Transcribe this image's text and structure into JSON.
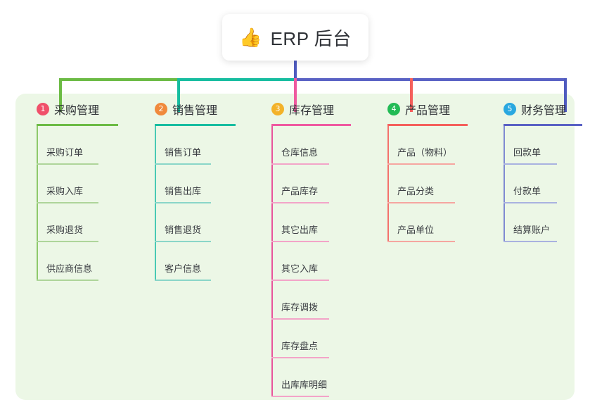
{
  "diagram": {
    "type": "org-tree",
    "root": {
      "icon": "thumbs-up-emoji",
      "emoji": "👍",
      "title": "ERP 后台"
    },
    "panel_color": "#ecf7e6",
    "columns": [
      {
        "number": "1",
        "title": "采购管理",
        "badge_color": "#f0506a",
        "rule_color": "#6cbb45",
        "item_rule_color": "#aed59a",
        "spine_color": "#8ec96b",
        "items": [
          "采购订单",
          "采购入库",
          "采购退货",
          "供应商信息"
        ]
      },
      {
        "number": "2",
        "title": "销售管理",
        "badge_color": "#f08a3c",
        "rule_color": "#17bda0",
        "item_rule_color": "#8ad6c8",
        "spine_color": "#49c9b4",
        "items": [
          "销售订单",
          "销售出库",
          "销售退货",
          "客户信息"
        ]
      },
      {
        "number": "3",
        "title": "库存管理",
        "badge_color": "#f3b229",
        "rule_color": "#ef5aa0",
        "item_rule_color": "#f3a4c8",
        "spine_color": "#e8559b",
        "items": [
          "仓库信息",
          "产品库存",
          "其它出库",
          "其它入库",
          "库存调拨",
          "库存盘点",
          "出库库明细"
        ]
      },
      {
        "number": "4",
        "title": "产品管理",
        "badge_color": "#22bb55",
        "rule_color": "#f4605c",
        "item_rule_color": "#f6a6a0",
        "spine_color": "#f4716c",
        "items": [
          "产品（物料）",
          "产品分类",
          "产品单位"
        ]
      },
      {
        "number": "5",
        "title": "财务管理",
        "badge_color": "#29a8e0",
        "rule_color": "#5a62c4",
        "item_rule_color": "#a9b2e0",
        "spine_color": "#7f8ad2",
        "items": [
          "回款单",
          "付款单",
          "结算账户"
        ]
      }
    ],
    "connectors": {
      "stem_color": "#4f5bbf",
      "bus_segments": [
        {
          "color": "#6cbb45"
        },
        {
          "color": "#17bda0"
        },
        {
          "color": "#5a62c4"
        }
      ]
    }
  }
}
